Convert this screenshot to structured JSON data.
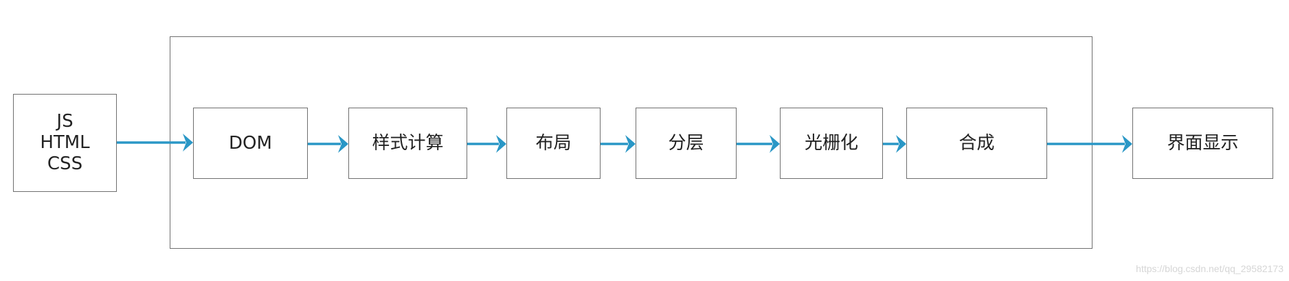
{
  "diagram": {
    "input_node": {
      "lines": [
        "JS",
        "HTML",
        "CSS"
      ]
    },
    "stages": [
      {
        "label": "DOM"
      },
      {
        "label": "样式计算"
      },
      {
        "label": "布局"
      },
      {
        "label": "分层"
      },
      {
        "label": "光栅化"
      },
      {
        "label": "合成"
      }
    ],
    "output_node": {
      "label": "界面显示"
    },
    "watermark": "https://blog.csdn.net/qq_29582173",
    "colors": {
      "arrow": "#2a97c6",
      "box_border": "#6e6e6e",
      "text": "#222222"
    }
  }
}
